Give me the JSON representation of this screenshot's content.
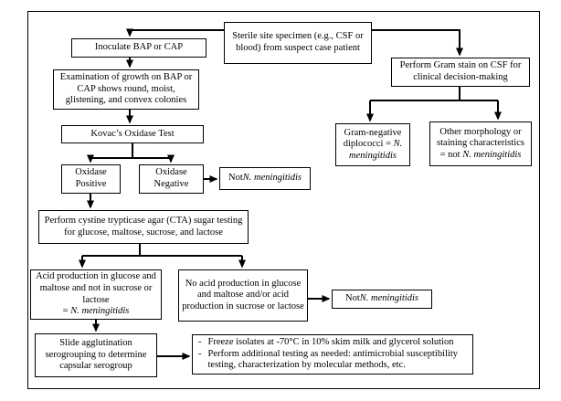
{
  "title": "N. meningitidis laboratory identification flowchart",
  "colors": {
    "background": "#ffffff",
    "line": "#000000",
    "box_border": "#000000",
    "text": "#000000"
  },
  "diagram": {
    "nodes": {
      "sterile": {
        "text": "Sterile site specimen (e.g., CSF or blood) from suspect case patient"
      },
      "inoculate": {
        "text": "Inoculate BAP or CAP"
      },
      "exam": {
        "text": "Examination of growth on BAP or CAP shows round, moist, glistening, and convex colonies"
      },
      "kovac": {
        "text": "Kovac’s Oxidase Test"
      },
      "oxpos": {
        "text": "Oxidase Positive"
      },
      "oxneg": {
        "text": "Oxidase Negative"
      },
      "not1": {
        "prefix": "Not ",
        "species": "N. meningitidis"
      },
      "gramstain": {
        "text": "Perform Gram stain on CSF for clinical decision-making"
      },
      "gramneg": {
        "line1": "Gram-negative diplococci = ",
        "species": "N. meningitidis"
      },
      "othermorph": {
        "line1": "Other morphology or staining characteristics = not ",
        "species": "N. meningitidis"
      },
      "cta": {
        "text": "Perform cystine trypticase agar (CTA) sugar testing for glucose, maltose, sucrose, and lactose"
      },
      "acid": {
        "line1": "Acid production in glucose and maltose and not in sucrose or lactose",
        "eq": "= ",
        "species": "N. meningitidis"
      },
      "noacid": {
        "text": "No acid production in glucose and maltose and/or acid production in sucrose or lactose"
      },
      "not2": {
        "prefix": "Not ",
        "species": "N. meningitidis"
      },
      "slide": {
        "text": "Slide agglutination serogrouping to determine capsular serogroup"
      },
      "freeze": {
        "bullet": "-",
        "items": [
          "Freeze isolates at -70°C in 10% skim milk and glycerol solution",
          "Perform additional testing as needed: antimicrobial susceptibility testing, characterization by molecular methods, etc."
        ]
      }
    }
  }
}
